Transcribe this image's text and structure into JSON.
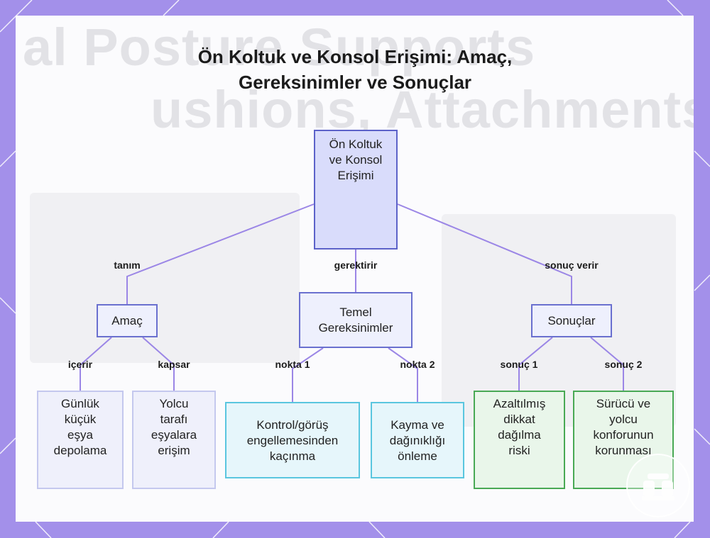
{
  "title_lines": [
    "Ön Koltuk ve Konsol Erişimi: Amaç,",
    "Gereksinimler ve Sonuçlar"
  ],
  "background_text": [
    "al Posture Supports",
    "ushions, Attachments"
  ],
  "nodes": {
    "root": [
      "Ön Koltuk",
      "ve Konsol",
      "Erişimi"
    ],
    "amac": [
      "Amaç"
    ],
    "temel": [
      "Temel",
      "Gereksinimler"
    ],
    "sonuclar": [
      "Sonuçlar"
    ],
    "gunluk": [
      "Günlük",
      "küçük",
      "eşya",
      "depolama"
    ],
    "yolcu": [
      "Yolcu",
      "tarafı",
      "eşyalara",
      "erişim"
    ],
    "kontrol": [
      "Kontrol/görüş",
      "engellemesinden",
      "kaçınma"
    ],
    "kayma": [
      "Kayma ve",
      "dağınıklığı",
      "önleme"
    ],
    "azaltilmis": [
      "Azaltılmış",
      "dikkat",
      "dağılma",
      "riski"
    ],
    "surucu": [
      "Sürücü ve",
      "yolcu",
      "konforunun",
      "korunması"
    ]
  },
  "edge_labels": {
    "tanim": "tanım",
    "gerektirir": "gerektirir",
    "sonuc_verir": "sonuç verir",
    "icerir": "içerir",
    "kapsar": "kapsar",
    "nokta1": "nokta 1",
    "nokta2": "nokta 2",
    "sonuc1": "sonuç 1",
    "sonuc2": "sonuç 2"
  },
  "colors": {
    "frame": "#a390ea",
    "edge": "#9b86e6",
    "root_fill": "#d9dcfb",
    "blue_border": "#6a70cf",
    "cyan_border": "#5ac6df",
    "green_border": "#49a955"
  }
}
